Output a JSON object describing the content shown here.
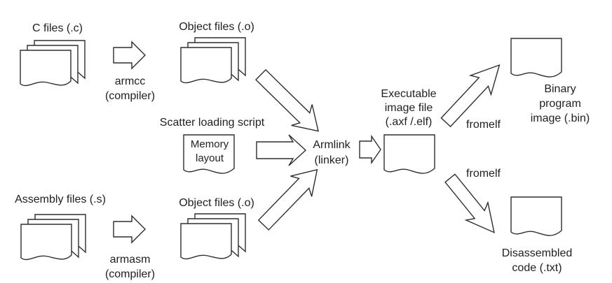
{
  "nodes": {
    "c_files": {
      "label": "C files (.c)"
    },
    "armcc": {
      "lines": [
        "armcc",
        "(compiler)"
      ]
    },
    "object_files_top": {
      "label": "Object files (.o)"
    },
    "scatter_script": {
      "label": "Scatter loading script"
    },
    "memory_layout": {
      "lines": [
        "Memory",
        "layout"
      ]
    },
    "armlink": {
      "lines": [
        "Armlink",
        "(linker)"
      ]
    },
    "executable_image": {
      "lines": [
        "Executable",
        "image file",
        "(.axf /.elf)"
      ]
    },
    "fromelf_top": {
      "label": "fromelf"
    },
    "binary_image": {
      "lines": [
        "Binary",
        "program",
        "image (.bin)"
      ]
    },
    "fromelf_bottom": {
      "label": "fromelf"
    },
    "assembly_files": {
      "label": "Assembly files (.s)"
    },
    "armasm": {
      "lines": [
        "armasm",
        "(compiler)"
      ]
    },
    "object_files_bottom": {
      "label": "Object files (.o)"
    },
    "disassembled_code": {
      "lines": [
        "Disassembled",
        "code (.txt)"
      ]
    }
  },
  "colors": {
    "background": "#ffffff",
    "line_stroke": "#2e2e2e",
    "text": "#1f1f1f"
  }
}
